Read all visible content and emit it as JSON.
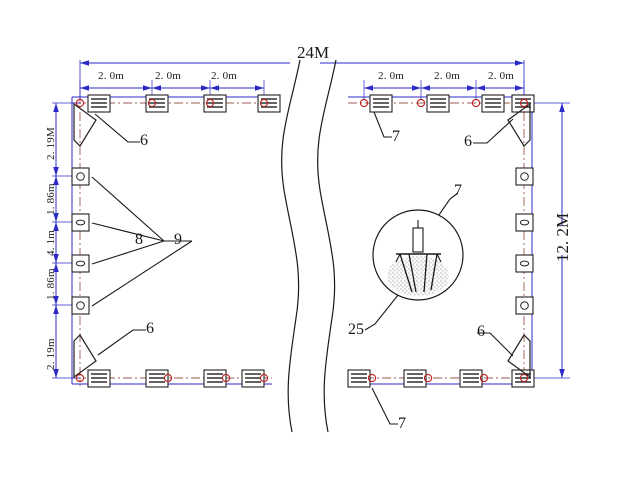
{
  "drawing": {
    "title_dimension_top": "24M",
    "dimension_right": "12. 2M",
    "top_left_segments": [
      "2. 0m",
      "2. 0m",
      "2. 0m"
    ],
    "top_right_segments": [
      "2. 0m",
      "2. 0m",
      "2. 0m"
    ],
    "left_segments": [
      "2. 19M",
      "1. 86m",
      "4. 1m",
      "1. 86m",
      "2. 19m"
    ],
    "tags": {
      "corner_top_left": "6",
      "corner_top_right": "6",
      "corner_bottom_left": "6",
      "corner_bottom_right": "6",
      "fixture_top": "7",
      "fixture_bottom": "7",
      "detail_post": "7",
      "left_group_inner": "8",
      "left_group_outer": "9",
      "detail_ground": "25"
    },
    "colors": {
      "outline": "#1a1a1a",
      "dimension": "#2b2bc8",
      "centerline": "#a05a50",
      "marker_red": "#c02020",
      "fixture_dark": "#231f20",
      "background": "#ffffff"
    },
    "counts": {
      "top_fixtures": 8,
      "bottom_fixtures": 8,
      "left_square_markers": 4,
      "right_square_markers": 4,
      "corner_brackets": 4,
      "break_lines": 2,
      "detail_circles": 1
    }
  }
}
